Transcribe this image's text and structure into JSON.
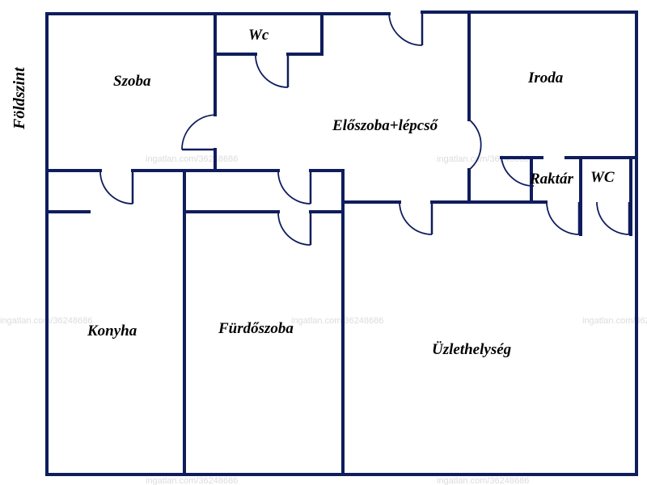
{
  "floor_label": "Földszint",
  "rooms": {
    "szoba": "Szoba",
    "wc_top": "Wc",
    "eloszoba": "Előszoba+lépcső",
    "iroda": "Iroda",
    "raktar": "Raktár",
    "wc_right": "WC",
    "konyha": "Konyha",
    "furdoszoba": "Fürdőszoba",
    "uzlethelyseg": "Üzlethelység"
  },
  "watermark": "ingatlan.com/36248686",
  "colors": {
    "wall": "#0f1d5c",
    "label": "#000000",
    "watermark": "#dcdcdc"
  }
}
